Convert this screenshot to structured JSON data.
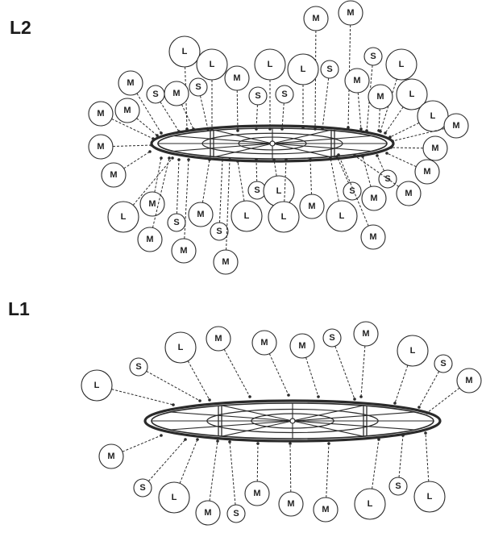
{
  "diagrams": [
    {
      "id": "L2",
      "label": "L2",
      "bulbs": [
        "M",
        "M",
        "L",
        "L",
        "M",
        "L",
        "L",
        "S",
        "S",
        "L",
        "M",
        "M",
        "S",
        "M",
        "S",
        "S",
        "S",
        "L",
        "M",
        "M",
        "M",
        "L",
        "M",
        "M",
        "M",
        "M",
        "M",
        "S",
        "M",
        "S",
        "S",
        "L",
        "M",
        "L",
        "S",
        "M",
        "L",
        "M",
        "L",
        "S",
        "M",
        "L",
        "M"
      ]
    },
    {
      "id": "L1",
      "label": "L1",
      "bulbs": [
        "L",
        "S",
        "L",
        "M",
        "M",
        "M",
        "S",
        "M",
        "L",
        "S",
        "M",
        "M",
        "S",
        "L",
        "M",
        "S",
        "M",
        "M",
        "L",
        "S",
        "L"
      ]
    }
  ],
  "colors": {
    "line": "#2a2a2a",
    "bulb_fill": "#ffffff",
    "text": "#222222"
  }
}
